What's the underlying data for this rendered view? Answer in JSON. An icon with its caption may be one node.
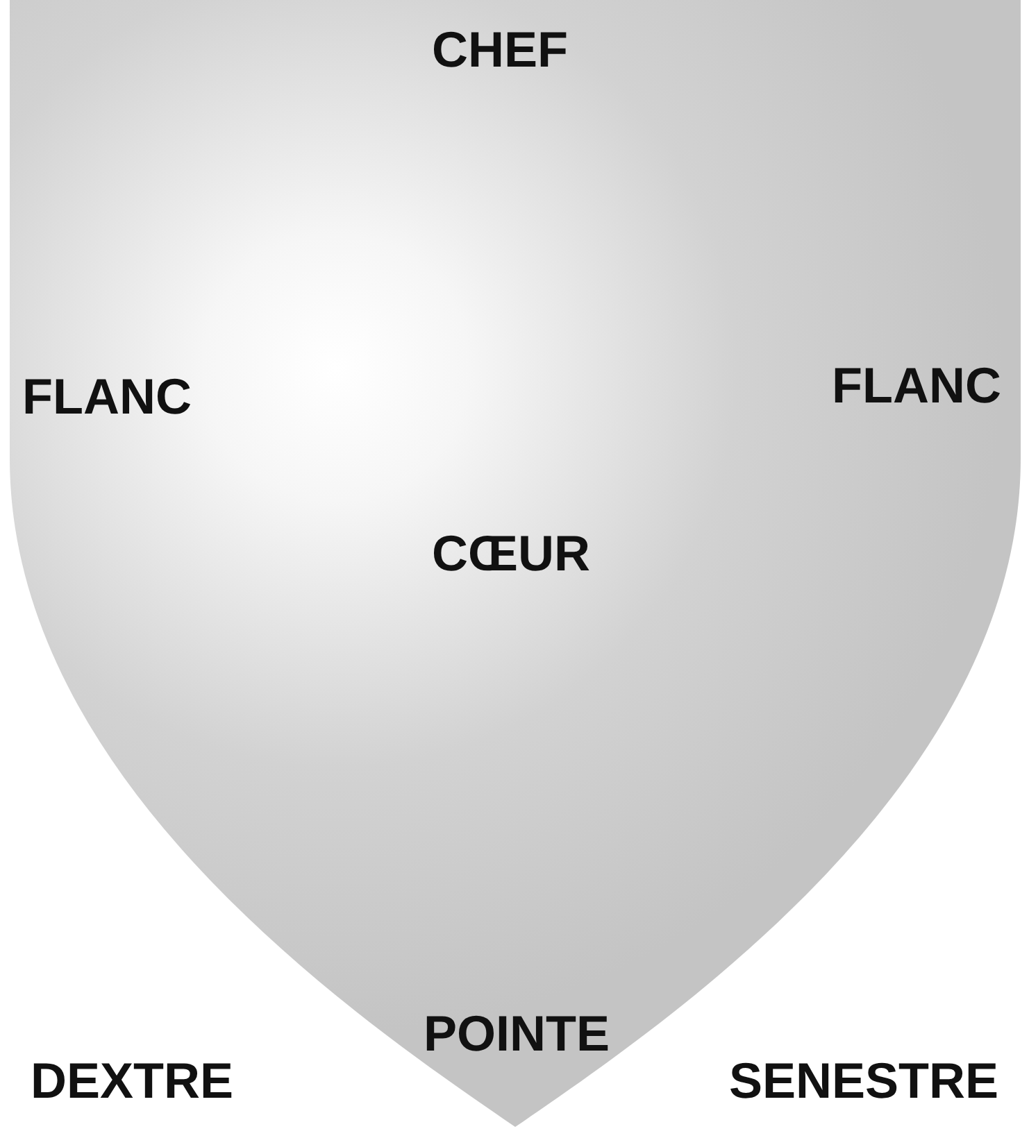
{
  "diagram": {
    "nodes": [
      {
        "text": [
          "CHEF",
          "FLANC",
          "FLANC",
          "CŒUR",
          "POINTE"
        ]
      }
    ],
    "labels": [
      "DEXTRE",
      "SENESTRE"
    ]
  }
}
